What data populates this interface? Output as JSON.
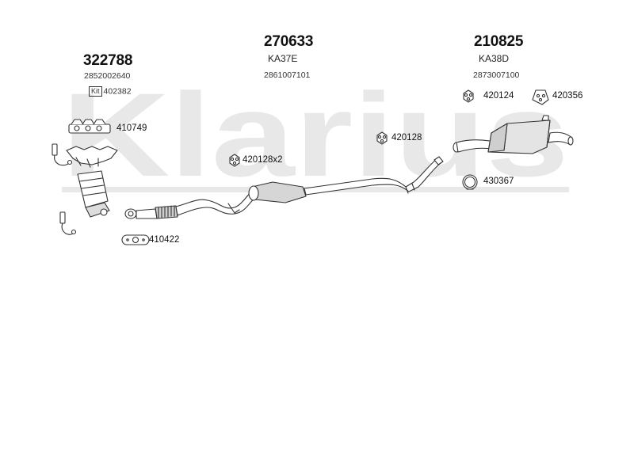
{
  "watermark": {
    "text": "Klarius",
    "color": "#e6e6e6"
  },
  "groups": [
    {
      "main_number": "322788",
      "oem_number": "2852002640",
      "kit_badge": "Kit",
      "kit_number": "402382"
    },
    {
      "main_number": "270633",
      "code": "KA37E",
      "oem_number": "2861007101"
    },
    {
      "main_number": "210825",
      "code": "KA38D",
      "oem_number": "2873007100"
    }
  ],
  "parts": {
    "gasket_manifold": "410749",
    "rubber_hanger_pair": "420128x2",
    "rubber_hanger_mid": "420128",
    "rubber_hanger_rear": "420124",
    "mount_rear": "420356",
    "clamp_ring": "430367",
    "gasket_flange": "410422"
  },
  "colors": {
    "line": "#333333",
    "fill": "#ffffff",
    "shade": "#bdbdbd"
  }
}
